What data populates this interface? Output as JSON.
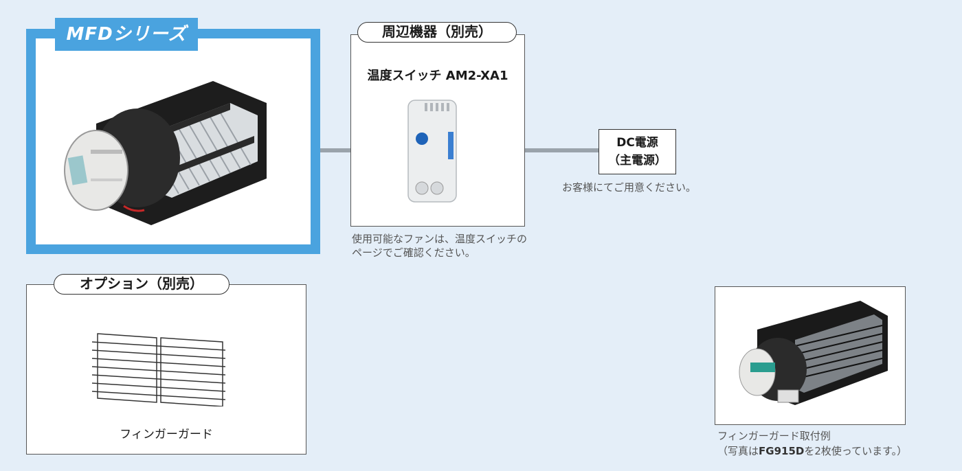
{
  "mfd": {
    "title": "MFDシリーズ"
  },
  "peripheral": {
    "title": "周辺機器（別売）",
    "switch_label": "温度スイッチ AM2-XA1",
    "note_line1": "使用可能なファンは、温度スイッチの",
    "note_line2": "ページでご確認ください。"
  },
  "dc": {
    "line1": "DC電源",
    "line2": "（主電源）",
    "note": "お客様にてご用意ください。"
  },
  "option": {
    "title": "オプション（別売）",
    "guard_label": "フィンガーガード"
  },
  "example": {
    "caption_line1": "フィンガーガード取付例",
    "caption_pre": "（写真は",
    "caption_model": "FG915D",
    "caption_post": "を2枚使っています。）"
  }
}
